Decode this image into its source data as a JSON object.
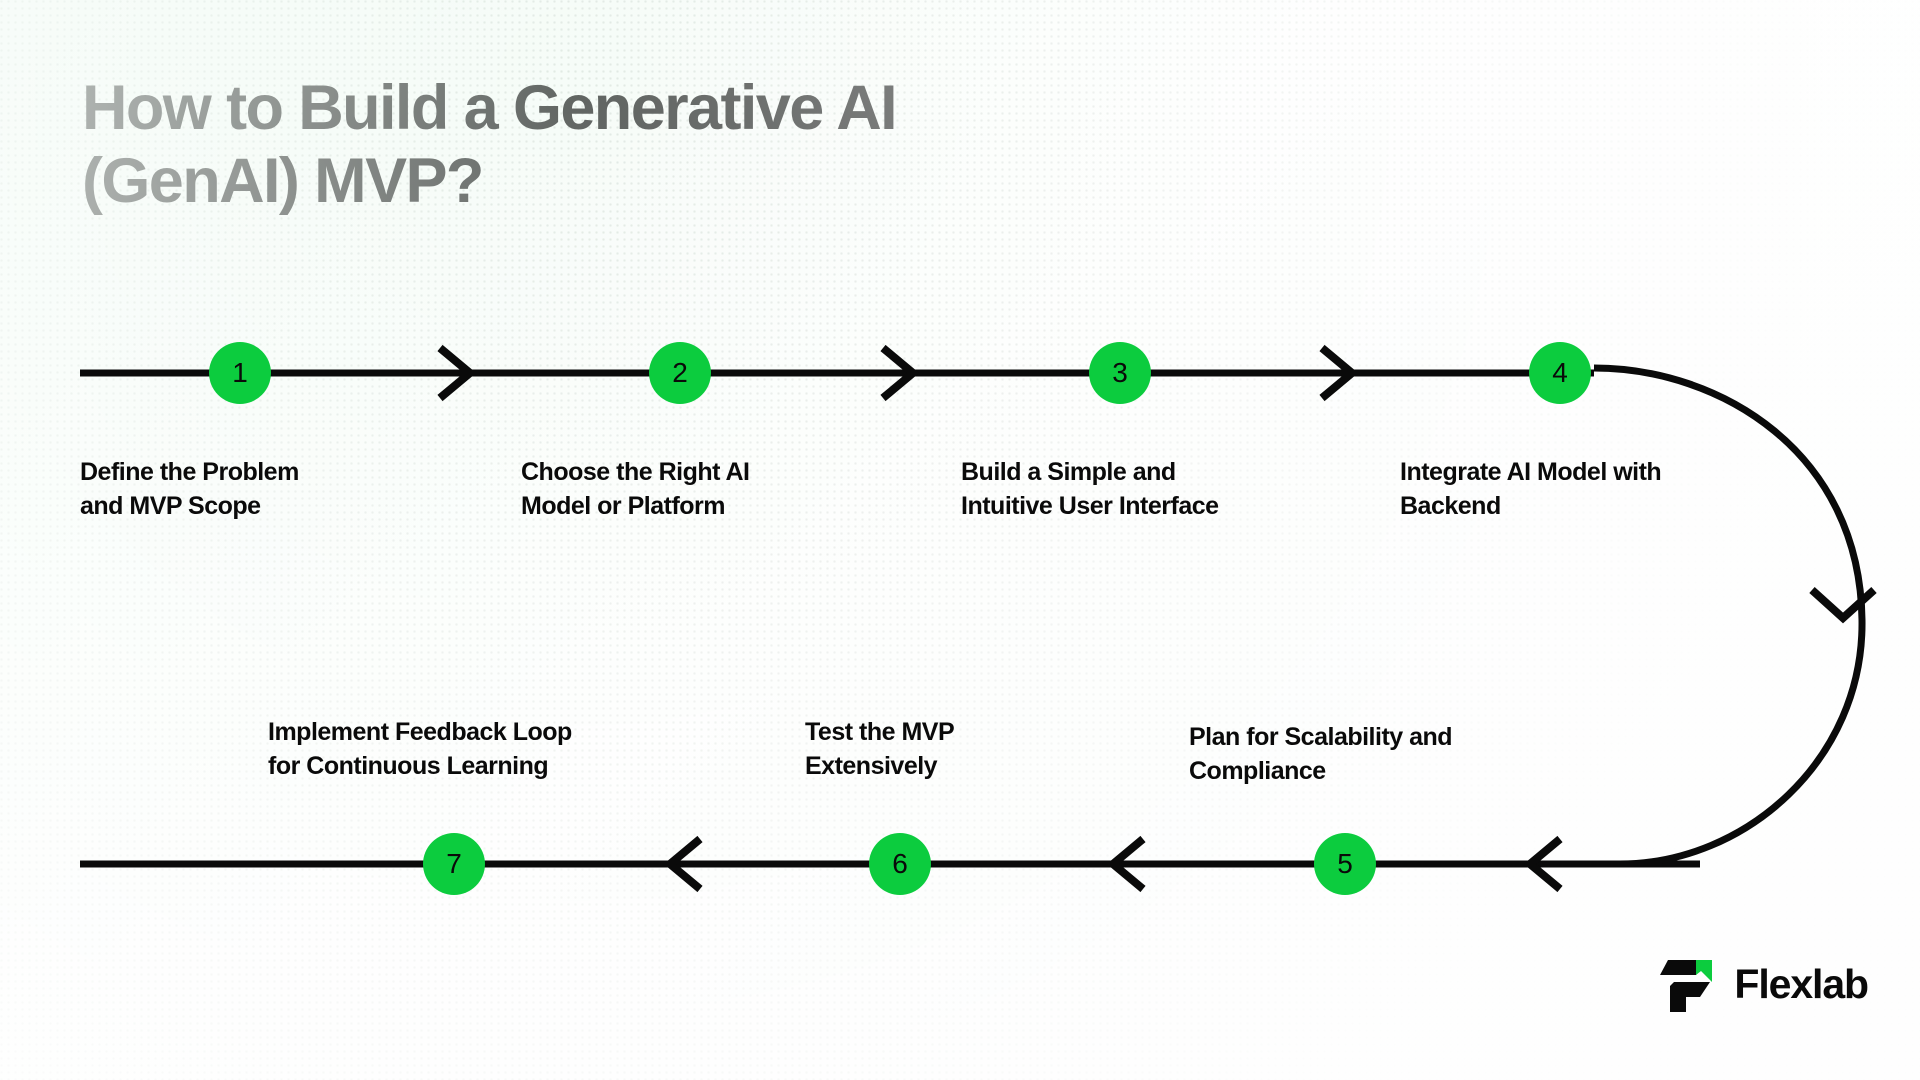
{
  "title": "How to Build a Generative AI\n(GenAI) MVP?",
  "theme": {
    "accent_green": "#0CCC3E",
    "ink": "#0A0A0A",
    "background": "#FBFDFB"
  },
  "flow": {
    "top_row": {
      "direction": "left-to-right",
      "steps": [
        {
          "number": "1",
          "label": "Define the Problem\nand MVP Scope"
        },
        {
          "number": "2",
          "label": "Choose the Right AI\nModel or Platform"
        },
        {
          "number": "3",
          "label": "Build a Simple and\nIntuitive User Interface"
        },
        {
          "number": "4",
          "label": "Integrate AI Model with\nBackend"
        }
      ]
    },
    "bottom_row": {
      "direction": "right-to-left",
      "steps": [
        {
          "number": "5",
          "label": "Plan for Scalability and\nCompliance"
        },
        {
          "number": "6",
          "label": "Test the MVP\nExtensively"
        },
        {
          "number": "7",
          "label": "Implement Feedback Loop\nfor Continuous Learning"
        }
      ]
    },
    "connector": {
      "name": "u-turn-connector",
      "description": "curve from step 4 down to step 5 row"
    }
  },
  "brand": {
    "name": "Flexlab",
    "mark_colors": {
      "dark": "#0A0A0A",
      "accent": "#0CCC3E"
    }
  }
}
